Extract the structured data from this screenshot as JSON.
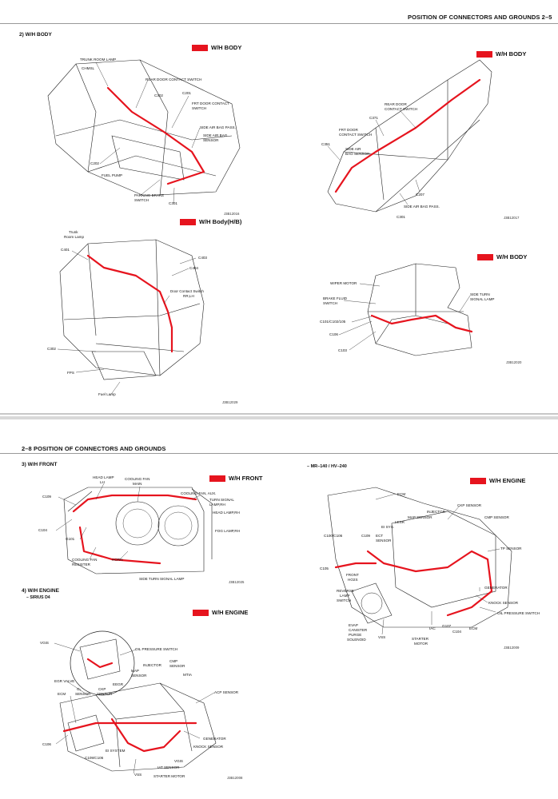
{
  "page_top": {
    "header": "POSITION OF CONNECTORS AND GROUNDS  2–5",
    "section": "2) W/H BODY",
    "panels": [
      {
        "legend": "W/H BODY",
        "code": "J3B12016",
        "labels": [
          "TRUNK ROOM LAMP",
          "CHMSL",
          "REAR DOOR CONTACT SWITCH",
          "C302",
          "C201",
          "FRT DOOR CONTACT",
          "SWITCH",
          "SIDE AIR BAG PASS.",
          "SIDE AIR BAG",
          "SENSOR",
          "C202",
          "FUEL PUMP",
          "PARKING BRAKE",
          "SWITCH",
          "C301"
        ]
      },
      {
        "legend": "W/H BODY",
        "code": "J3B12017",
        "labels": [
          "REAR DOOR",
          "CONTACT SWITCH",
          "C371",
          "FRT DOOR",
          "CONTACT SWITCH",
          "C351",
          "SIDE AIR",
          "BAG SENSOR",
          "C207",
          "SIDE AIR BAG PASS.",
          "C301"
        ]
      },
      {
        "legend": "W/H Body(H/B)",
        "code": "J3B12029",
        "labels": [
          "Trunk",
          "Room Lamp",
          "C401",
          "C403",
          "C404",
          "Door Contact Switch",
          "RR,LH",
          "C302",
          "FPS",
          "Fuel Lamp"
        ]
      },
      {
        "legend": "W/H BODY",
        "code": "J3B12020",
        "labels": [
          "WIPER MOTOR",
          "BRAKE FLUID",
          "SWITCH",
          "C101/C102/105",
          "C106",
          "C103",
          "SIDE TURN",
          "SIGNAL LAMP"
        ]
      }
    ]
  },
  "page_bottom": {
    "header": "2–8  POSITION OF CONNECTORS AND GROUNDS",
    "sections": [
      {
        "title": "3) W/H FRONT",
        "legend": "W/H FRONT",
        "code": "J3B12025",
        "labels": [
          "HEAD LAMP",
          "LH",
          "COOLING FAN",
          "MAIN",
          "C109",
          "COOLING FAN, AUX.",
          "TURN SIGNAL",
          "LAMP,RH",
          "HEAD LAMP,RH",
          "C104",
          "G101",
          "FOG LAMP,RH",
          "COOLING FAN",
          "RESISTER",
          "HORN",
          "SIDE TURN SIGNAL LAMP"
        ]
      },
      {
        "title": "4) W/H ENGINE",
        "subtitle": "– SIRIUS D4",
        "legend": "W/H ENGINE",
        "code": "J3B12008",
        "labels": [
          "VGIS",
          "OIL PRESSURE SWITCH",
          "INJECTOR",
          "CMP",
          "SENSOR",
          "MAP",
          "SENSOR",
          "MTIA",
          "EGR VALVE",
          "O₂",
          "SENSOR",
          "CKP",
          "SENSOR",
          "EEGR",
          "ECM",
          "ACP SENSOR",
          "GENERATOR",
          "C106",
          "KNOCK SENSOR",
          "C109/C106",
          "EI SYSTEM",
          "VGIS",
          "IAT SENSOR",
          "VSS",
          "STARTER MOTOR"
        ]
      },
      {
        "title": "– MR–140 / HV–240",
        "legend": "W/H ENGINE",
        "code": "J3B12009",
        "labels": [
          "ECM",
          "CKP SENSOR",
          "INJECTOR",
          "MAP SENSOR",
          "CMP SENSOR",
          "LESR",
          "EI SYS.",
          "C109",
          "ECT",
          "SENSOR",
          "C100/C106",
          "TP SENSOR",
          "C105",
          "FRONT",
          "HO2S",
          "REVERSE",
          "LAMP",
          "SWITCH",
          "GENERATOR",
          "KNOCK SENSOR",
          "OIL PRESSURE SWITCH",
          "IAC",
          "G107",
          "C104",
          "ECM",
          "EVAP",
          "CANISTER",
          "PURGE",
          "SOLENOID",
          "VSS",
          "STARTER",
          "MOTOR"
        ]
      }
    ]
  },
  "colors": {
    "harness": "#e6141e",
    "line": "#222222",
    "separator": "#c8c8c8"
  }
}
